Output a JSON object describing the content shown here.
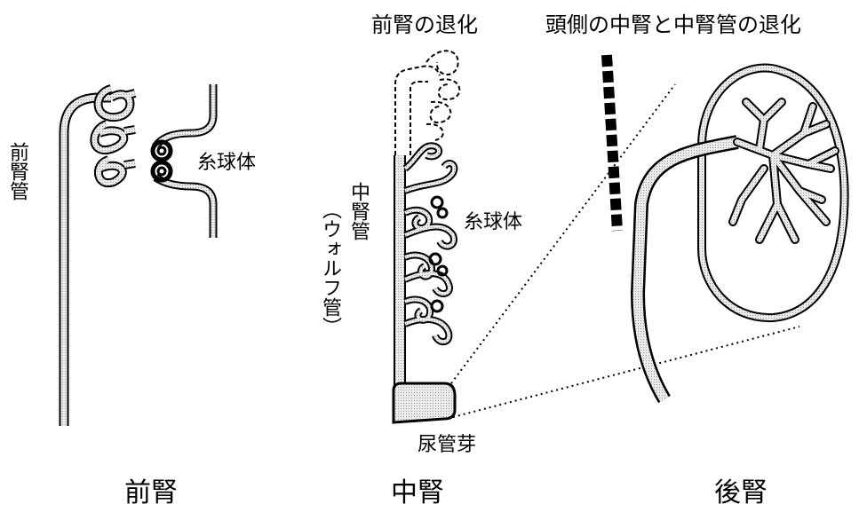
{
  "labels": {
    "pronephros_duct": "前腎管",
    "glomerulus_left": "糸球体",
    "pronephros_regression": "前腎の退化",
    "mesonephric_duct": "中腎管",
    "wolffian_duct": "（ウォルフ管）",
    "glomerulus_middle": "糸球体",
    "ureteric_bud": "尿管芽",
    "cranial_regression": "頭側の中腎と中腎管の退化",
    "pronephros": "前腎",
    "mesonephros": "中腎",
    "metanephros": "後腎"
  },
  "colors": {
    "stroke": "#000000",
    "fill_stipple": "#dcdcdc",
    "background": "#ffffff"
  }
}
